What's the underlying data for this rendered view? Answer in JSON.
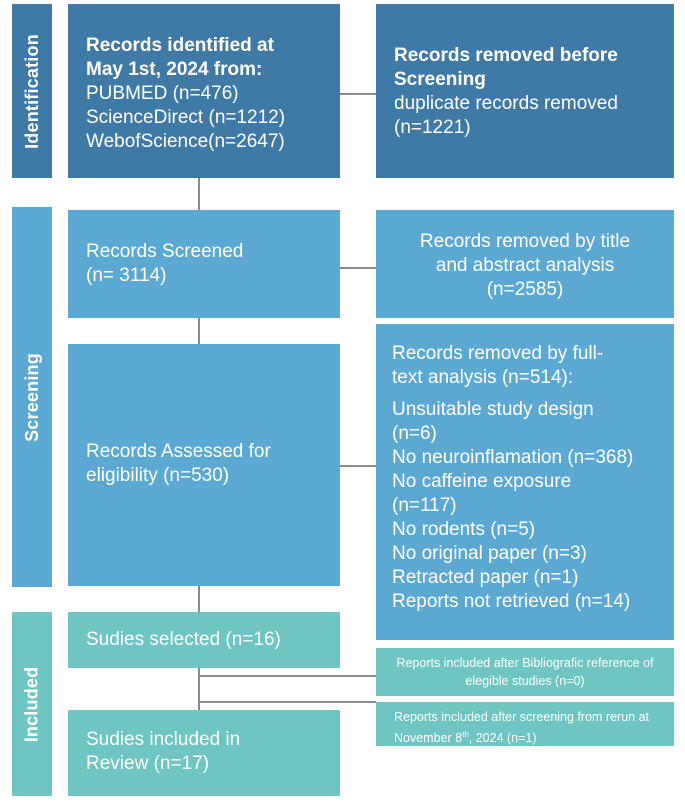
{
  "side_labels": {
    "identification": "Identification",
    "screening": "Screening",
    "included": "Included"
  },
  "identified": {
    "title_lines": [
      "Records identified at",
      "May 1st, 2024 from:"
    ],
    "lines": [
      "PUBMED (n=476)",
      "ScienceDirect (n=1212)",
      "WebofScience(n=2647)"
    ]
  },
  "removed_before": {
    "title_lines": [
      "Records removed before",
      "Screening"
    ],
    "lines": [
      "duplicate records removed",
      "(n=1221)"
    ]
  },
  "screened": {
    "lines": [
      "Records Screened",
      "(n= 3114)"
    ]
  },
  "removed_title": {
    "lines": [
      "Records removed by title",
      "and abstract analysis",
      "(n=2585)"
    ]
  },
  "assessed": {
    "lines": [
      "Records Assessed for",
      "eligibility (n=530)"
    ]
  },
  "removed_full": {
    "head_lines": [
      "Records removed by full-",
      "text analysis (n=514):"
    ],
    "lines": [
      "Unsuitable study design",
      "(n=6)",
      "No neuroinflamation (n=368)",
      "No caffeine exposure",
      "(n=117)",
      "No rodents (n=5)",
      "No original paper (n=3)",
      "Retracted paper (n=1)",
      "Reports not retrieved (n=14)"
    ]
  },
  "selected": {
    "text": "Sudies selected (n=16)"
  },
  "included_biblio": {
    "lines": [
      "Reports included after Bibliografic",
      "reference of elegible studies (n=0)"
    ]
  },
  "included_rerun": {
    "line1": "Reports included after screening from",
    "line2_pre": "rerun at November 8",
    "line2_sup": "th",
    "line2_post": ", 2024 (n=1)"
  },
  "final": {
    "lines": [
      "Sudies included in",
      "Review (n=17)"
    ]
  },
  "colors": {
    "identification": "#3f79a6",
    "screening": "#5ba9d2",
    "included": "#6fc5c1",
    "connector": "#8a8a8a"
  }
}
